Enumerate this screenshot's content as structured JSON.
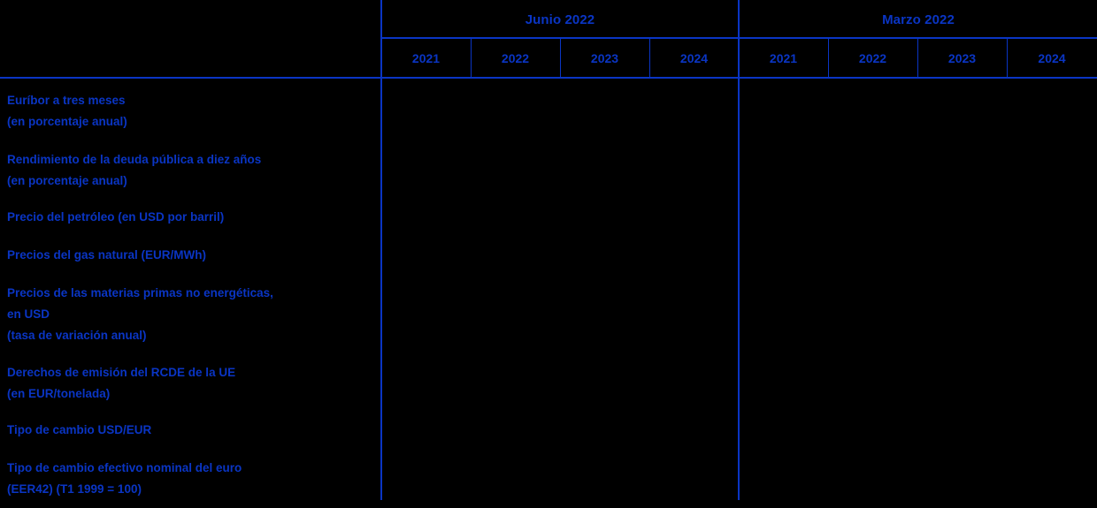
{
  "table": {
    "accent_color": "#0A35C4",
    "background_color": "#000000",
    "periods": [
      {
        "label": "Junio 2022"
      },
      {
        "label": "Marzo 2022"
      }
    ],
    "year_headers": [
      "2021",
      "2022",
      "2023",
      "2024",
      "2021",
      "2022",
      "2023",
      "2024"
    ],
    "rows": [
      {
        "lines": [
          "Euríbor a tres meses",
          "(en porcentaje anual)"
        ],
        "values": [
          "",
          "",
          "",
          "",
          "",
          "",
          "",
          ""
        ]
      },
      {
        "lines": [
          "Rendimiento de la deuda pública a diez años",
          "(en porcentaje anual)"
        ],
        "values": [
          "",
          "",
          "",
          "",
          "",
          "",
          "",
          ""
        ]
      },
      {
        "lines": [
          "Precio del petróleo (en USD por barril)"
        ],
        "values": [
          "",
          "",
          "",
          "",
          "",
          "",
          "",
          ""
        ]
      },
      {
        "lines": [
          "Precios del gas natural (EUR/MWh)"
        ],
        "values": [
          "",
          "",
          "",
          "",
          "",
          "",
          "",
          ""
        ]
      },
      {
        "lines": [
          "Precios de las materias primas no energéticas,",
          "en USD",
          "(tasa de variación anual)"
        ],
        "values": [
          "",
          "",
          "",
          "",
          "",
          "",
          "",
          ""
        ]
      },
      {
        "lines": [
          "Derechos de emisión del RCDE de la UE",
          "(en EUR/tonelada)"
        ],
        "values": [
          "",
          "",
          "",
          "",
          "",
          "",
          "",
          ""
        ]
      },
      {
        "lines": [
          "Tipo de cambio USD/EUR"
        ],
        "values": [
          "",
          "",
          "",
          "",
          "",
          "",
          "",
          ""
        ]
      },
      {
        "lines": [
          "Tipo de cambio efectivo nominal del euro",
          "(EER42) (T1 1999 = 100)"
        ],
        "values": [
          "",
          "",
          "",
          "",
          "",
          "",
          "",
          ""
        ]
      }
    ]
  },
  "layout": {
    "column_x": [
      431,
      532,
      633,
      734,
      835,
      936,
      1037,
      1138,
      1240
    ],
    "row_top": [
      14,
      81,
      146,
      189,
      232,
      322,
      387,
      430
    ]
  }
}
